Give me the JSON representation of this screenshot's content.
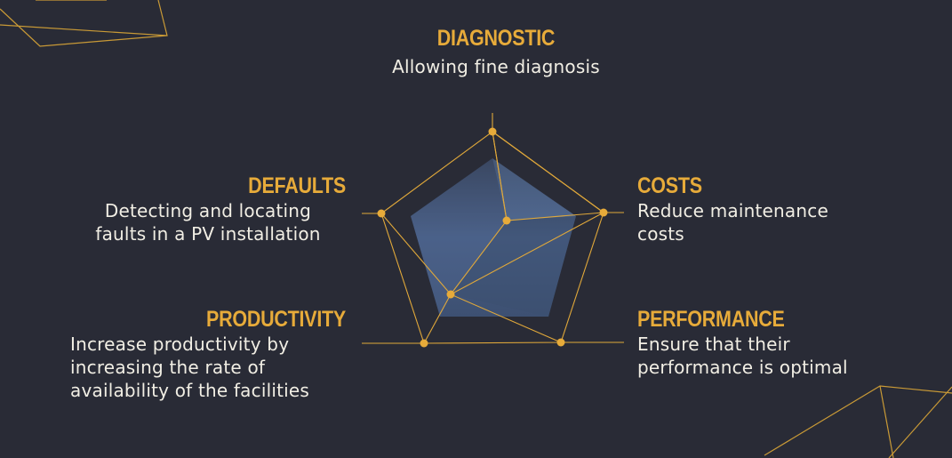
{
  "colors": {
    "background": "#292b36",
    "accent": "#e7ab3a",
    "line": "#e0a83a",
    "text": "#f1eee4",
    "polygon": "#4a6189"
  },
  "items": [
    {
      "key": "diagnostic",
      "title": "DIAGNOSTIC",
      "desc": "Allowing fine diagnosis"
    },
    {
      "key": "costs",
      "title": "COSTS",
      "desc": " Reduce maintenance\ncosts"
    },
    {
      "key": "performance",
      "title": "PERFORMANCE",
      "desc": "Ensure that their\nperformance is optimal"
    },
    {
      "key": "productivity",
      "title": "PRODUCTIVITY",
      "desc": "Increase productivity by\nincreasing the rate of\navailability of the facilities"
    },
    {
      "key": "defaults",
      "title": "DEFAULTS",
      "desc": "Detecting and locating\nfaults in a PV installation"
    }
  ]
}
